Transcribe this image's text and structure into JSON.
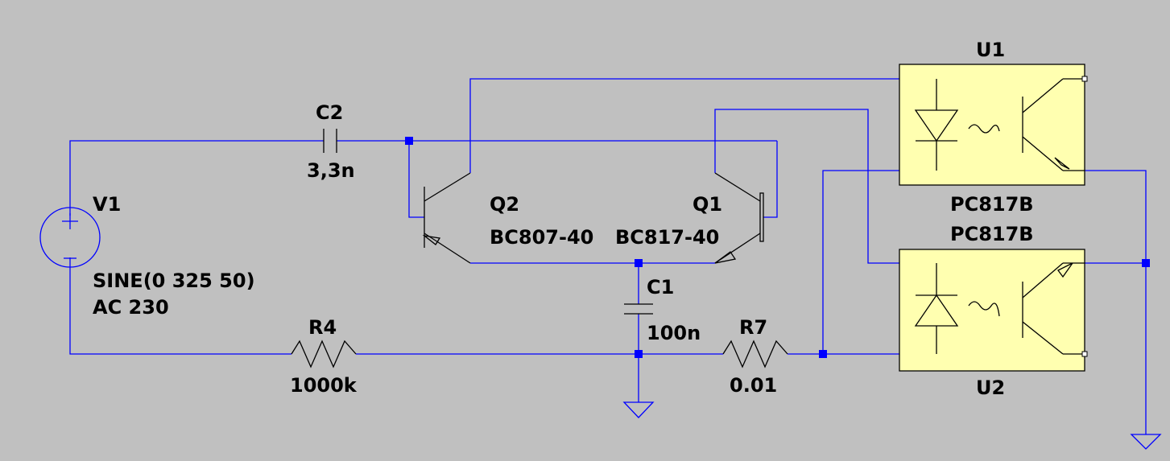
{
  "colors": {
    "background": "#c0c0c0",
    "wire": "#0000ff",
    "component": "#000000",
    "optocoupler_fill": "#ffffb0"
  },
  "components": {
    "v1": {
      "name": "V1",
      "value1": "SINE(0 325 50)",
      "value2": "AC 230"
    },
    "c2": {
      "name": "C2",
      "value": "3,3n"
    },
    "c1": {
      "name": "C1",
      "value": "100n"
    },
    "r4": {
      "name": "R4",
      "value": "1000k"
    },
    "r7": {
      "name": "R7",
      "value": "0.01"
    },
    "q1": {
      "name": "Q1",
      "value": "BC817-40"
    },
    "q2": {
      "name": "Q2",
      "value": "BC807-40"
    },
    "u1": {
      "name": "U1",
      "value": "PC817B"
    },
    "u2": {
      "name": "U2",
      "value": "PC817B"
    }
  }
}
